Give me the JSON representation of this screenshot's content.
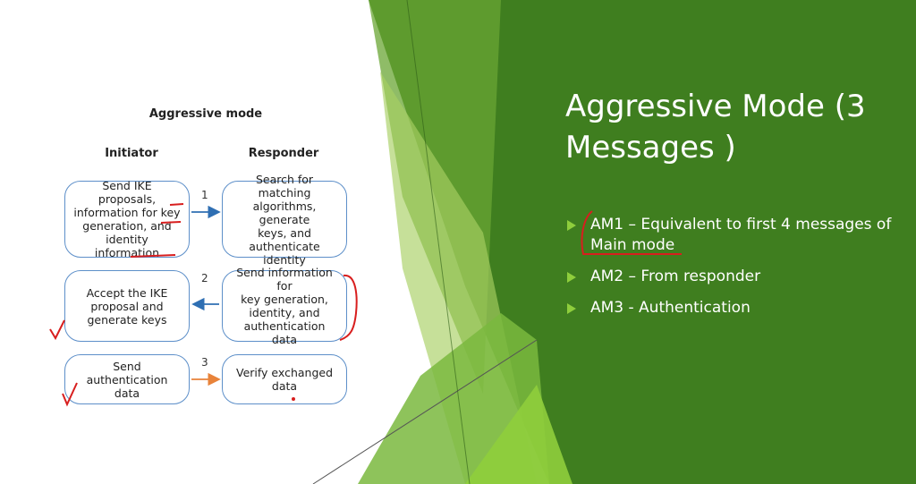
{
  "diagram": {
    "title": "Aggressive mode",
    "columns": {
      "initiator": "Initiator",
      "responder": "Responder"
    },
    "steps": [
      {
        "number": "1",
        "initiator_box": "Send IKE proposals,\ninformation for key\ngeneration, and\nidentity information",
        "responder_box": "Search for matching\nalgorithms, generate\nkeys, and\nauthenticate identity"
      },
      {
        "number": "2",
        "initiator_box": "Accept the IKE\nproposal and\ngenerate keys",
        "responder_box": "Send information for\nkey generation,\nidentity, and\nauthentication data"
      },
      {
        "number": "3",
        "initiator_box": "Send authentication\ndata",
        "responder_box": "Verify exchanged\ndata"
      }
    ]
  },
  "slide": {
    "title": "Aggressive Mode (3 Messages )",
    "bullets": [
      "AM1 – Equivalent to first 4 messages of Main mode",
      "AM2 – From responder",
      "AM3 - Authentication"
    ]
  },
  "colors": {
    "green_dark": "#3e7d1f",
    "green_mid": "#5f9e2e",
    "green_light": "#9cc84a",
    "bullet_marker": "#8fce3c",
    "box_border": "#5d8fc9",
    "annotation_red": "#d81e1e",
    "arrow_orange": "#e8833a"
  }
}
